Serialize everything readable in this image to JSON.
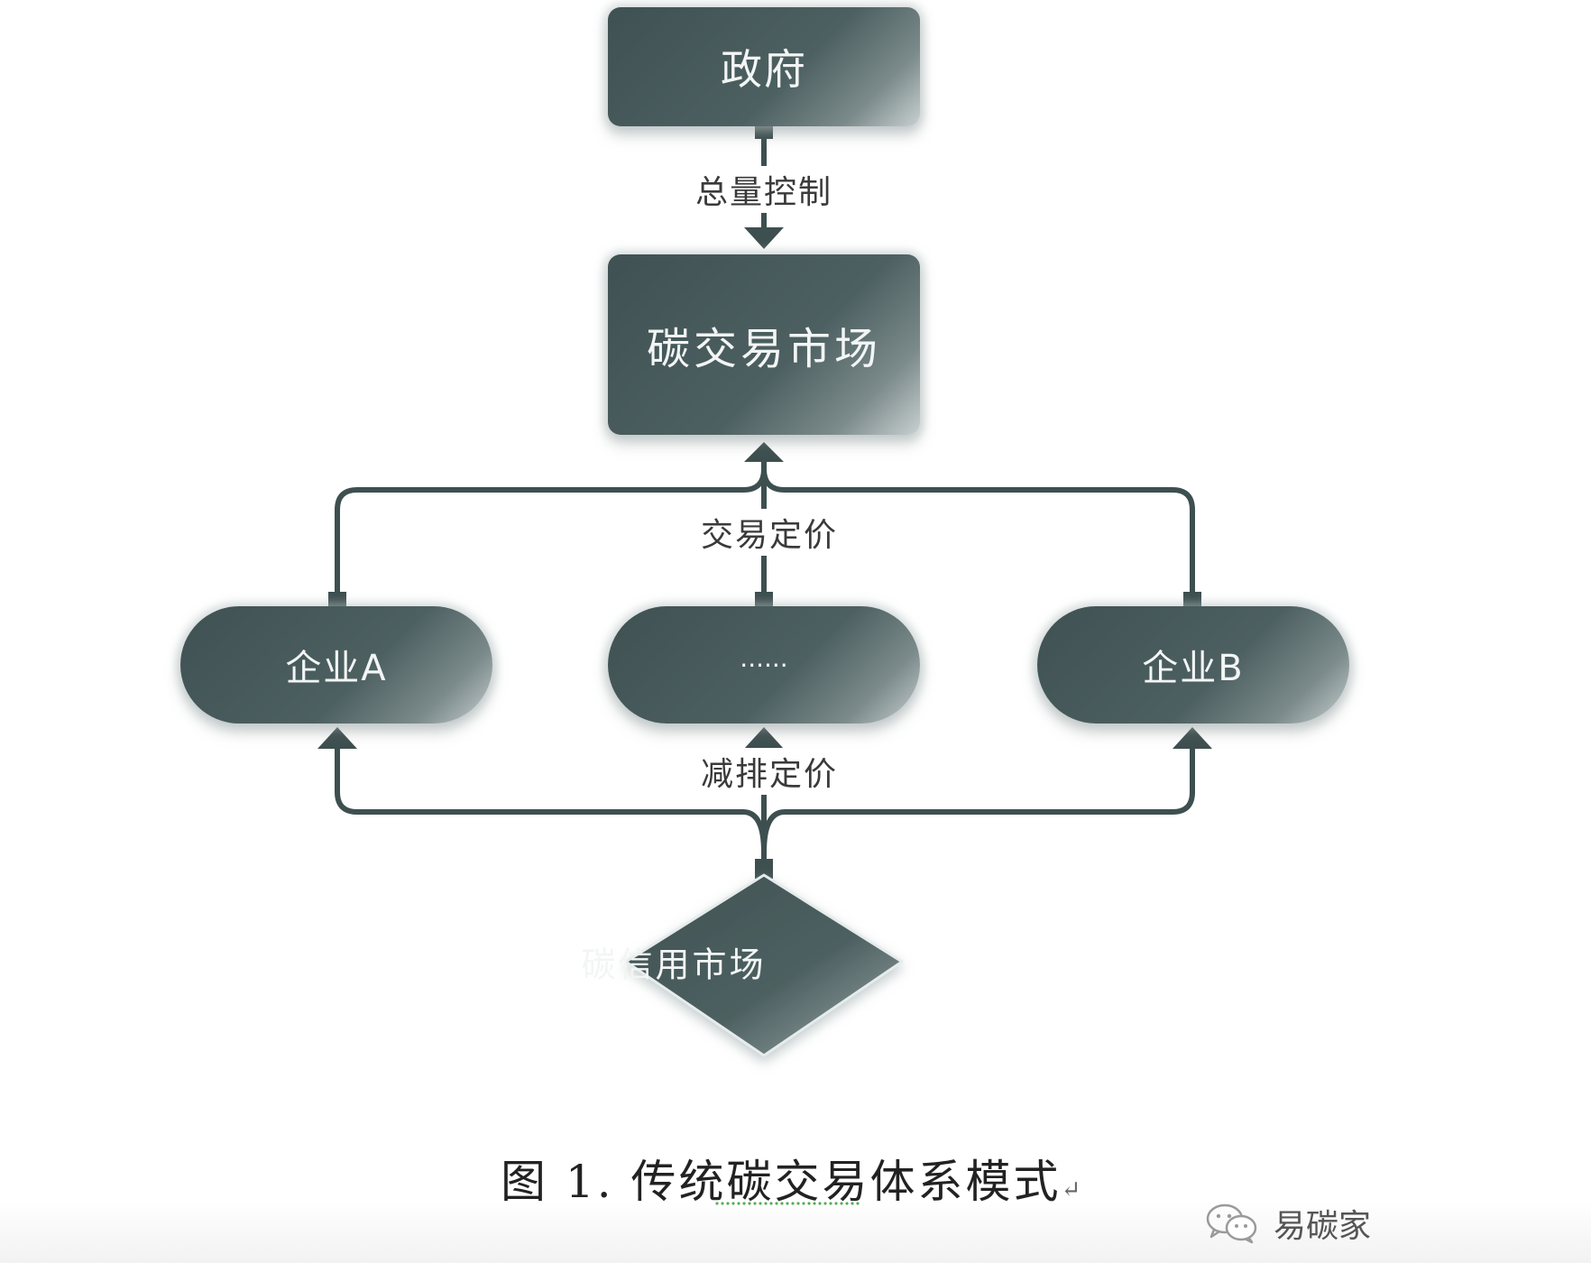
{
  "nodes": {
    "government": "政府",
    "carbon_trading_market": "碳交易市场",
    "enterprise_a": "企业A",
    "enterprise_ellipsis": "······",
    "enterprise_b": "企业B",
    "carbon_credit_market": "碳信用市场"
  },
  "edges": {
    "total_control": "总量控制",
    "trading_pricing": "交易定价",
    "reduction_pricing": "减排定价"
  },
  "caption": {
    "text": "图 1.  传统碳交易体系模式",
    "return_mark": "↵"
  },
  "watermark": {
    "icon": "wechat-icon",
    "text": "易碳家"
  },
  "colors": {
    "node_fill": "#4d6061",
    "connector": "#3e4f50",
    "caption_text": "#222222"
  }
}
